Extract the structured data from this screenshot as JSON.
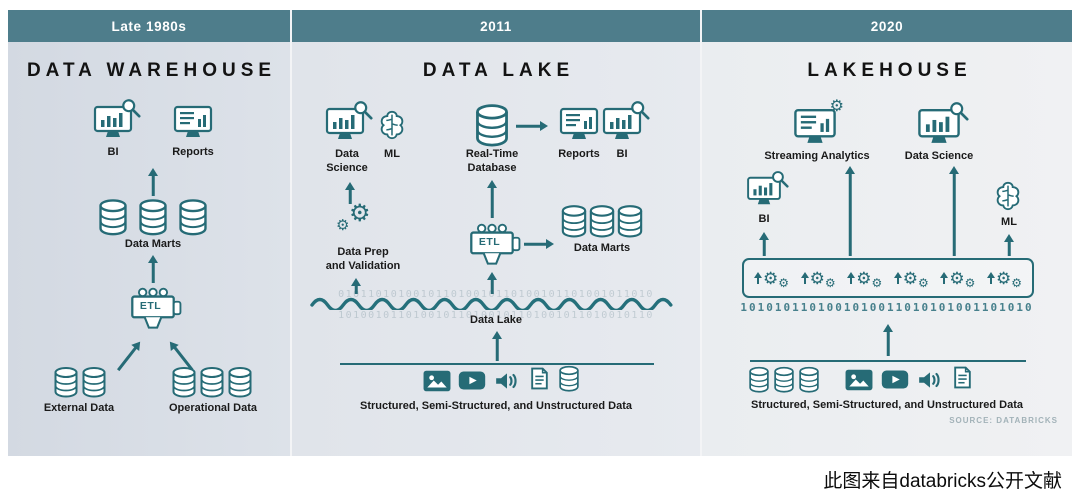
{
  "caption": "此图来自databricks公开文献",
  "icons": {
    "gear": "⚙"
  },
  "warehouse": {
    "era": "Late 1980s",
    "title": "DATA WAREHOUSE",
    "bi_label": "BI",
    "reports_label": "Reports",
    "data_marts_label": "Data Marts",
    "etl_label": "ETL",
    "external_label": "External Data",
    "operational_label": "Operational Data"
  },
  "datalake": {
    "era": "2011",
    "title": "DATA LAKE",
    "data_science_label": "Data\nScience",
    "ml_label": "ML",
    "realtime_label": "Real-Time\nDatabase",
    "reports_label": "Reports",
    "bi_label": "BI",
    "dataprep_label": "Data Prep\nand Validation",
    "etl_label": "ETL",
    "data_marts_label": "Data Marts",
    "lake_label": "Data Lake",
    "binary_top": "010110101001011010010110100101101001011010",
    "binary_bottom": "101001011010010110100101101001011010010110",
    "bottom_label": "Structured, Semi-Structured, and Unstructured Data"
  },
  "lakehouse": {
    "era": "2020",
    "title": "LAKEHOUSE",
    "streaming_label": "Streaming Analytics",
    "data_science_label": "Data Science",
    "bi_label": "BI",
    "ml_label": "ML",
    "binary": "1010101101001010011010101001101010",
    "bottom_label": "Structured, Semi-Structured, and Unstructured Data",
    "source": "SOURCE: DATABRICKS"
  }
}
